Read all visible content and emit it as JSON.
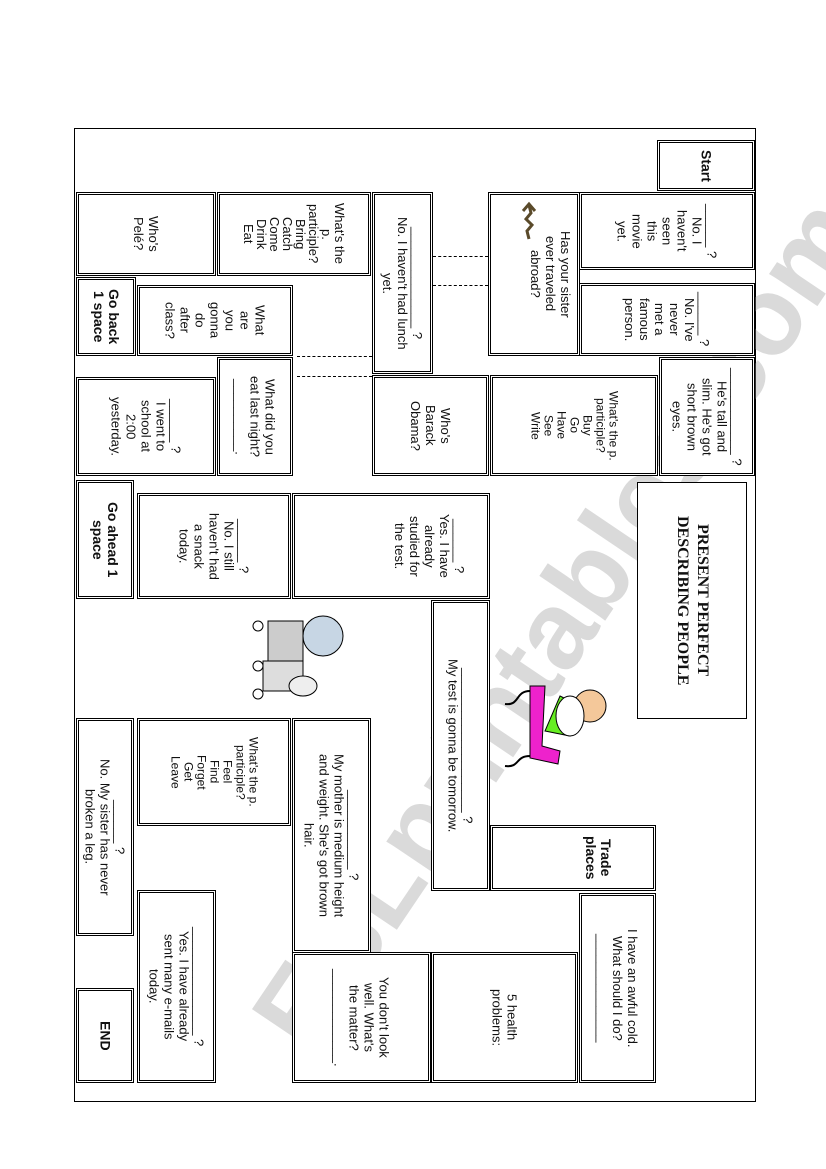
{
  "title": {
    "line1": "PRESENT PERFECT",
    "line2": "DESCRIBING PEOPLE"
  },
  "watermark": "ESLprintables.com",
  "cells": {
    "start": "Start",
    "movie": "______ ?\nNo. I\nhaven't\nseen\nthis\nmovie\nyet.",
    "famous": "______ ?\nNo. I've\nnever\nmet a\nfamous\nperson.",
    "sister_abroad": "Has your sister\never traveled\nabroad?",
    "tall_slim": "____________ ?\nHe's tall and\nslim. He's got\nshort brown\neyes.",
    "pp1": "What's the p.\nparticiple?\nBuy\nGo\nHave\nSee\nWrite",
    "obama": "Who's\nBarack\nObama?",
    "lunch": "______________ ?\nNo. I haven't had lunch\nyet.",
    "pp2": "What's the\np.\nparticiple?\nBring\nCatch\nCome\nDrink\nEat",
    "pele": "Who's\nPelé?",
    "go_back": "Go back\n1 space",
    "after_class": "What\nare\nyou\ngonna\ndo\nafter\nclass?",
    "eat_last_night": "What did you\neat last night?\n__________.",
    "school": "______ ?\nI went to\nschool at\n2:00\nyesterday.",
    "go_ahead": "Go ahead 1\nspace",
    "snack": "______ ?\nNo. I still\nhaven't had\na snack\ntoday.",
    "studied": "______ ?\nYes. I have\nalready\nstudied for\nthe test.",
    "test_tomorrow": "____________________ ?\nMy test is gonna be tomorrow.",
    "trade": "Trade\nplaces",
    "pp3": "What's the p.\nparticiple?\nFeel\nFind\nForget\nGet\nLeave",
    "broken_leg": "______ ?\nNo. My sister has never\nbroken a leg.",
    "mother": "___________ ?\nMy mother is medium height\nand weight. She's got brown\nhair.",
    "emails": "_______________ ?\nYes. I have already\nsent many e-mails\ntoday.",
    "end": "END",
    "cold": "I have an awful cold.\nWhat should I do?\n_______________",
    "health": "5 health\nproblems:",
    "matter": "You don't look\nwell. What's\nthe matter?\n_____________."
  }
}
